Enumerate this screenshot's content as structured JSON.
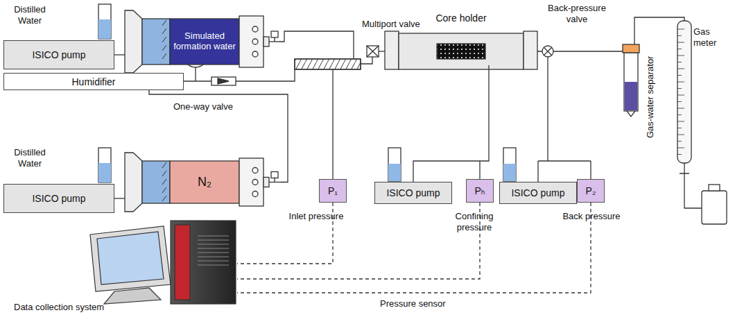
{
  "diagram": {
    "nodes": [
      {
        "text": [
          "ISICO pump"
        ]
      },
      {
        "text": [
          "Simulated formation water"
        ]
      },
      {
        "text": [
          "Humidifier"
        ]
      },
      {
        "text": [
          "ISICO pump"
        ]
      },
      {
        "text": [
          "N₂"
        ]
      },
      {
        "text": [
          "Core holder"
        ]
      },
      {
        "text": [
          "ISICO pump"
        ]
      },
      {
        "text": [
          "ISICO pump"
        ]
      },
      {
        "text": [
          "P₁"
        ]
      },
      {
        "text": [
          "Pₕ"
        ]
      },
      {
        "text": [
          "P₂"
        ]
      }
    ],
    "edges": [
      {
        "from": 0,
        "to": 1,
        "arrow": "none"
      },
      {
        "from": 3,
        "to": 4,
        "arrow": "none"
      },
      {
        "from": 4,
        "to": 2,
        "arrow": "none"
      },
      {
        "from": 6,
        "to": 5,
        "arrow": "none"
      }
    ],
    "labels": [
      "Distilled Water",
      "Distilled Water",
      "Multiport valve",
      "One-way valve",
      "Back-pressure valve",
      "Gas-water separator",
      "Gas meter",
      "Inlet pressure",
      "Confining pressure",
      "Back pressure",
      "Data collection system",
      "Pressure sensor"
    ]
  }
}
